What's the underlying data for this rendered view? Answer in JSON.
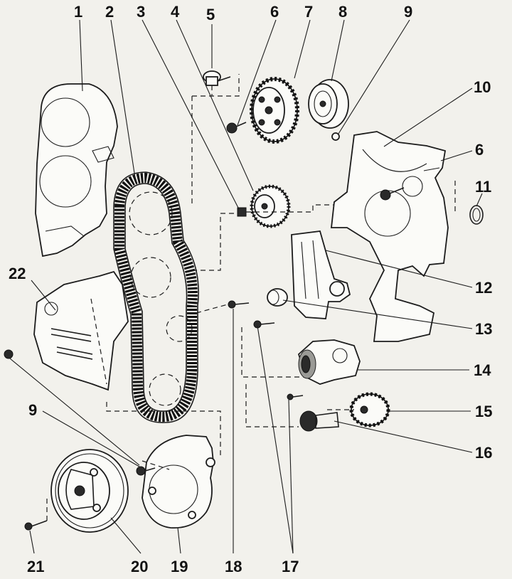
{
  "callouts": {
    "c1": "1",
    "c2": "2",
    "c3": "3",
    "c4": "4",
    "c5": "5",
    "c6_top": "6",
    "c7": "7",
    "c8": "8",
    "c9_top": "9",
    "c10": "10",
    "c6_right": "6",
    "c11": "11",
    "c12": "12",
    "c13": "13",
    "c14": "14",
    "c15": "15",
    "c16": "16",
    "c17": "17",
    "c18": "18",
    "c19": "19",
    "c20": "20",
    "c21": "21",
    "c22": "22",
    "c9_left": "9"
  },
  "colors": {
    "ink": "#1c1c1c",
    "paper": "#f2f1ec"
  }
}
